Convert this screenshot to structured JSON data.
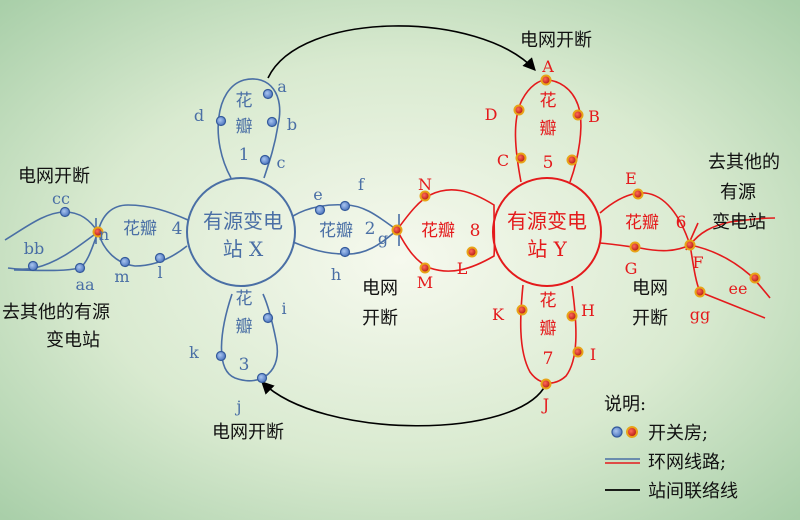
{
  "colors": {
    "blue": "#4a6fa5",
    "red": "#e41a1c",
    "node_blue_fill": "#6f95d2",
    "node_red_fill": "#d7261e",
    "node_gold_ring": "#e8a317",
    "black": "#000000",
    "bg_center": "#f3f7e8",
    "bg_edge": "#a9cfa9"
  },
  "stations": {
    "x": {
      "line1": "有源变电",
      "line2": "站 X"
    },
    "y": {
      "line1": "有源变电",
      "line2": "站 Y"
    }
  },
  "petals": {
    "p1": {
      "c1": "花",
      "c2": "瓣",
      "num": "1"
    },
    "p2": {
      "c": "花瓣",
      "num": "2"
    },
    "p3": {
      "c1": "花",
      "c2": "瓣",
      "num": "3"
    },
    "p4": {
      "c": "花瓣",
      "num": "4"
    },
    "p5": {
      "c1": "花",
      "c2": "瓣",
      "num": "5"
    },
    "p6": {
      "c": "花瓣",
      "num": "6"
    },
    "p7": {
      "c1": "花",
      "c2": "瓣",
      "num": "7"
    },
    "p8": {
      "c": "花瓣",
      "num": "8"
    }
  },
  "node_labels": {
    "a": "a",
    "b": "b",
    "c": "c",
    "d": "d",
    "e": "e",
    "f": "f",
    "g": "g",
    "h": "h",
    "i": "i",
    "j": "j",
    "k": "k",
    "l": "l",
    "m": "m",
    "n": "n",
    "aa": "aa",
    "bb": "bb",
    "cc": "cc",
    "A": "A",
    "B": "B",
    "C": "C",
    "D": "D",
    "E": "E",
    "F": "F",
    "G": "G",
    "H": "H",
    "I": "I",
    "J": "J",
    "K": "K",
    "L": "L",
    "M": "M",
    "N": "N",
    "ee": "ee",
    "gg": "gg"
  },
  "annotations": {
    "top_open": "电网开断",
    "bottom_open": "电网开断",
    "left_open": "电网开断",
    "mid_open_1": "电网",
    "mid_open_2": "开断",
    "right_open_1": "电网",
    "right_open_2": "开断",
    "left_other_1": "去其他的有源",
    "left_other_2": "变电站",
    "right_other_1": "去其他的",
    "right_other_2": "有源",
    "right_other_3": "变电站"
  },
  "legend": {
    "title": "说明:",
    "switch_room": "开关房;",
    "ring_line": "环网线路;",
    "tie_line": "站间联络线"
  }
}
